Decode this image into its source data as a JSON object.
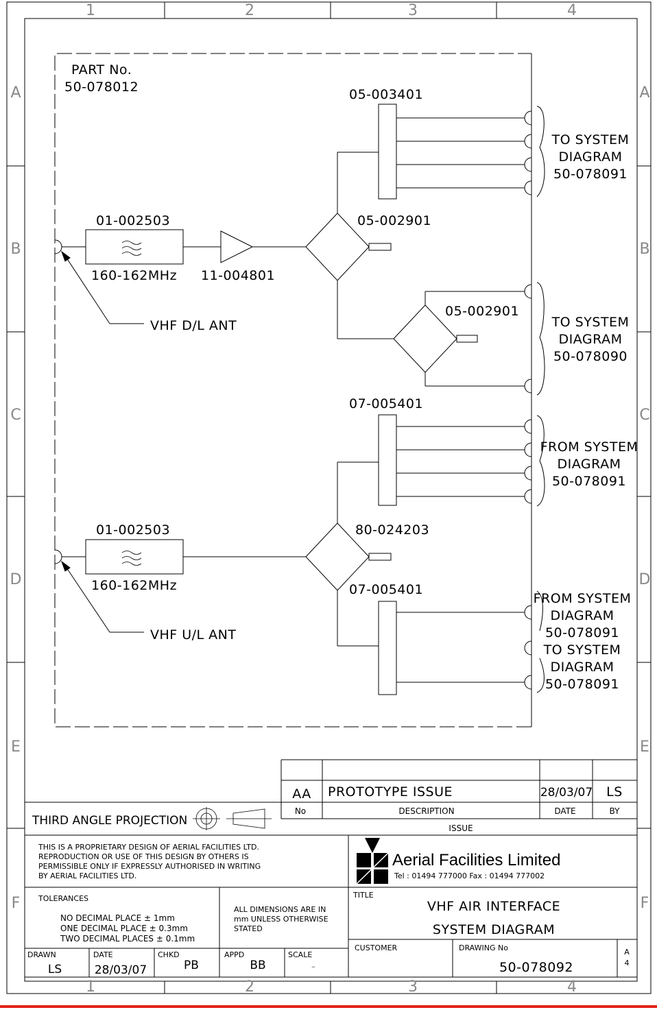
{
  "accent_color": "#e32218",
  "grid": {
    "cols": [
      "1",
      "2",
      "3",
      "4"
    ],
    "rows": [
      "A",
      "B",
      "C",
      "D",
      "E",
      "F"
    ]
  },
  "part": {
    "label": "PART No.",
    "number": "50-078012"
  },
  "downlink": {
    "antenna": "VHF D/L ANT",
    "filter_code": "01-002503",
    "filter_freq": "160-162MHz",
    "amp_code": "11-004801",
    "splitter_main": "05-002901",
    "splitter_sub": "05-002901",
    "output_block": "05-003401",
    "to_system_1": [
      "TO SYSTEM",
      "DIAGRAM",
      "50-078091"
    ],
    "to_system_2": [
      "TO SYSTEM",
      "DIAGRAM",
      "50-078090"
    ]
  },
  "uplink": {
    "antenna": "VHF U/L ANT",
    "filter_code": "01-002503",
    "filter_freq": "160-162MHz",
    "combiner": "80-024203",
    "input_block_1": "07-005401",
    "input_block_2": "07-005401",
    "from_system_1": [
      "FROM SYSTEM",
      "DIAGRAM",
      "50-078091"
    ],
    "from_system_2": [
      "FROM SYSTEM",
      "DIAGRAM",
      "50-078091"
    ],
    "to_system_3": [
      "TO SYSTEM",
      "DIAGRAM",
      "50-078091"
    ]
  },
  "title_block": {
    "issue_code": "AA",
    "issue_description": "PROTOTYPE ISSUE",
    "issue_date": "28/03/07",
    "issue_by": "LS",
    "hdr_no": "No",
    "hdr_description": "DESCRIPTION",
    "hdr_date": "DATE",
    "hdr_by": "BY",
    "hdr_issue": "ISSUE",
    "projection": "THIRD ANGLE PROJECTION",
    "proprietary": [
      "THIS IS A PROPRIETARY DESIGN OF AERIAL FACILITIES LTD.",
      "REPRODUCTION OR USE OF THIS DESIGN BY OTHERS IS",
      "PERMISSIBLE ONLY IF EXPRESSLY AUTHORISED IN WRITING",
      "BY AERIAL FACILITIES LTD."
    ],
    "company_name": "Aerial Facilities Limited",
    "company_contact": "Tel : 01494 777000 Fax : 01494 777002",
    "tolerances_label": "TOLERANCES",
    "tolerances": [
      "NO DECIMAL PLACE ± 1mm",
      "ONE DECIMAL PLACE ± 0.3mm",
      "TWO DECIMAL PLACES ± 0.1mm"
    ],
    "dimensions_note": [
      "ALL DIMENSIONS ARE IN",
      "mm UNLESS OTHERWISE",
      "STATED"
    ],
    "title_label": "TITLE",
    "title_lines": [
      "VHF AIR INTERFACE",
      "SYSTEM DIAGRAM"
    ],
    "customer_label": "CUSTOMER",
    "drawing_no_label": "DRAWING No",
    "drawing_no": "50-078092",
    "sheet_size": "A",
    "sheet_no": "4",
    "drawn_label": "DRAWN",
    "drawn_by": "LS",
    "date_label": "DATE",
    "date": "28/03/07",
    "chkd_label": "CHKD",
    "chkd_by": "PB",
    "appd_label": "APPD",
    "appd_by": "BB",
    "scale_label": "SCALE",
    "scale": "-"
  }
}
